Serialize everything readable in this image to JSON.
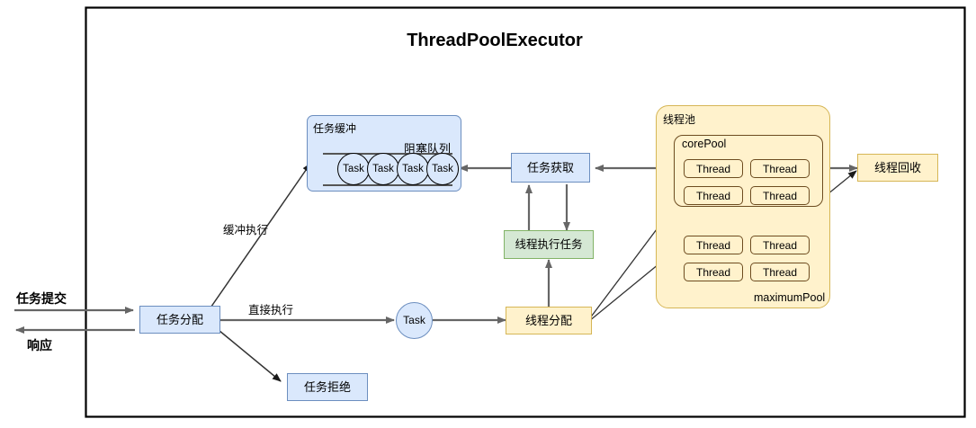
{
  "title": "ThreadPoolExecutor",
  "outer_frame": {
    "name": "ThreadPoolExecutor boundary"
  },
  "external": {
    "submit_label": "任务提交",
    "response_label": "响应"
  },
  "nodes": {
    "task_dispatch": "任务分配",
    "task_reject": "任务拒绝",
    "task_fetch": "任务获取",
    "thread_execute": "线程执行任务",
    "thread_dispatch": "线程分配",
    "thread_recycle": "线程回收",
    "task_circle": "Task"
  },
  "buffer": {
    "title": "任务缓冲",
    "queue_title": "阻塞队列",
    "tasks": [
      "Task",
      "Task",
      "Task",
      "Task"
    ]
  },
  "pool": {
    "title": "线程池",
    "core_title": "corePool",
    "maximum_title": "maximumPool",
    "core_threads": [
      "Thread",
      "Thread",
      "Thread",
      "Thread"
    ],
    "max_threads": [
      "Thread",
      "Thread",
      "Thread",
      "Thread"
    ]
  },
  "edge_labels": {
    "buffered_exec": "缓冲执行",
    "direct_exec": "直接执行"
  },
  "colors": {
    "blue_fill": "#dae8fc",
    "blue_stroke": "#6c8ebf",
    "green_fill": "#d5e8d4",
    "green_stroke": "#82b366",
    "orange_fill": "#ffe6cc",
    "orange_stroke": "#d79b00",
    "cream_fill": "#fff2cc",
    "cream_stroke": "#d6b656",
    "arrow_gray": "#666666",
    "arrow_dark": "#333333",
    "frame_black": "#000000"
  }
}
